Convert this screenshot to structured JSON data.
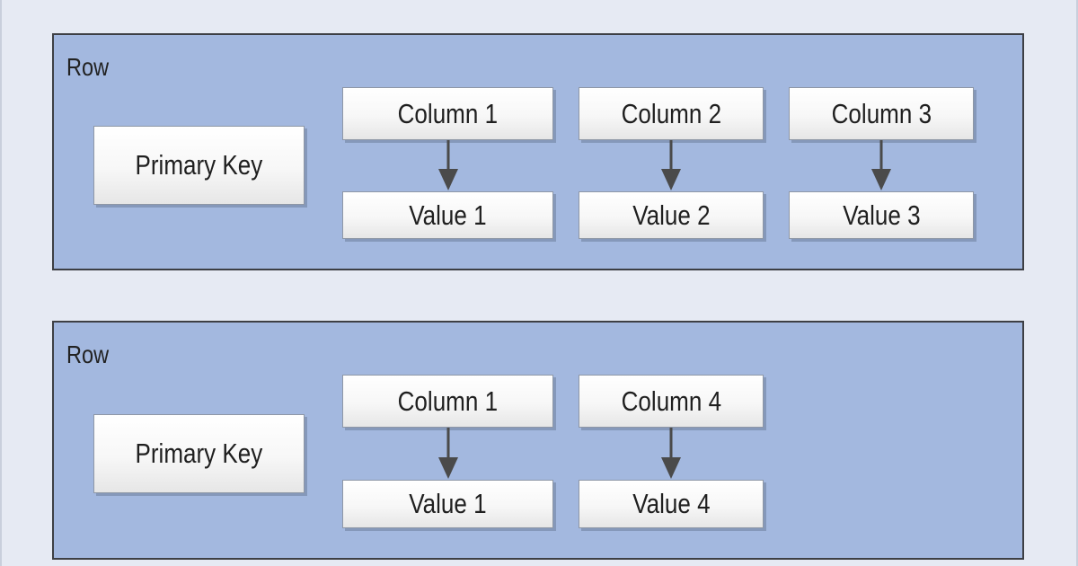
{
  "rows": [
    {
      "label": "Row",
      "primary_key": "Primary Key",
      "columns": [
        {
          "name": "Column 1",
          "value": "Value 1"
        },
        {
          "name": "Column 2",
          "value": "Value 2"
        },
        {
          "name": "Column 3",
          "value": "Value 3"
        }
      ]
    },
    {
      "label": "Row",
      "primary_key": "Primary Key",
      "columns": [
        {
          "name": "Column 1",
          "value": "Value 1"
        },
        {
          "name": "Column 4",
          "value": "Value 4"
        }
      ]
    }
  ],
  "colors": {
    "background": "#e6eaf3",
    "row_fill": "#a3b8df",
    "row_border": "#3d3f44",
    "arrow": "#4a4a4a"
  }
}
